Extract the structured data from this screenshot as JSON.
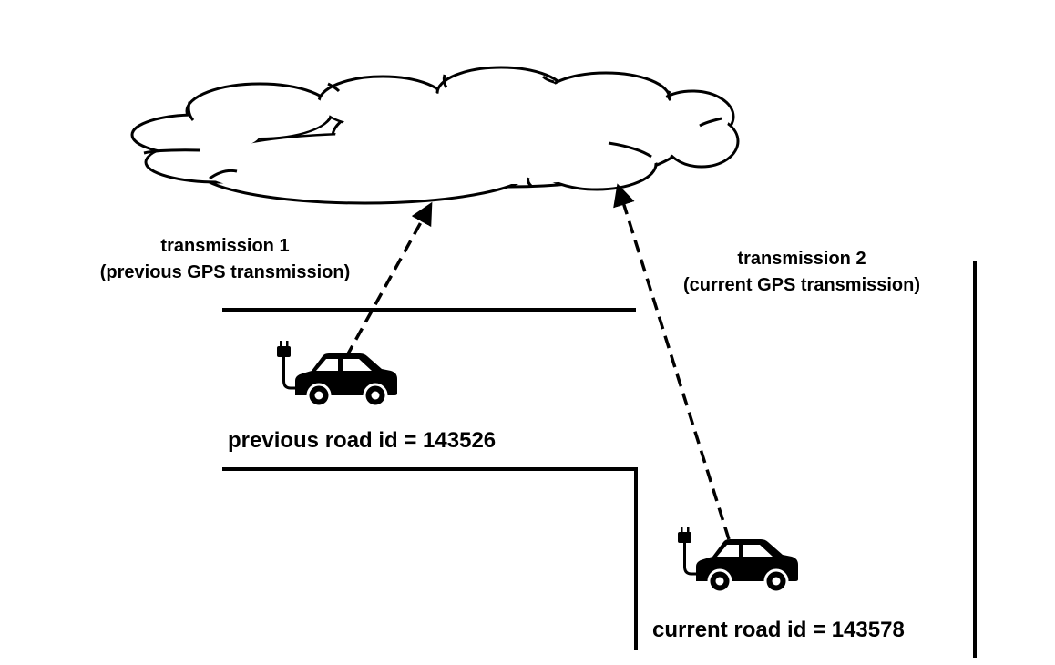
{
  "colors": {
    "background": "#ffffff",
    "ink": "#000000"
  },
  "icons": {
    "cloud": "cloud-icon",
    "car": "electric-car-icon",
    "plug": "plug-icon"
  },
  "transmission_1": {
    "line1": "transmission 1",
    "line2": "(previous GPS transmission)"
  },
  "transmission_2": {
    "line1": "transmission 2",
    "line2": "(current GPS transmission)"
  },
  "previous_road": {
    "label": "previous road id = 143526"
  },
  "current_road": {
    "label": "current road id = 143578"
  }
}
